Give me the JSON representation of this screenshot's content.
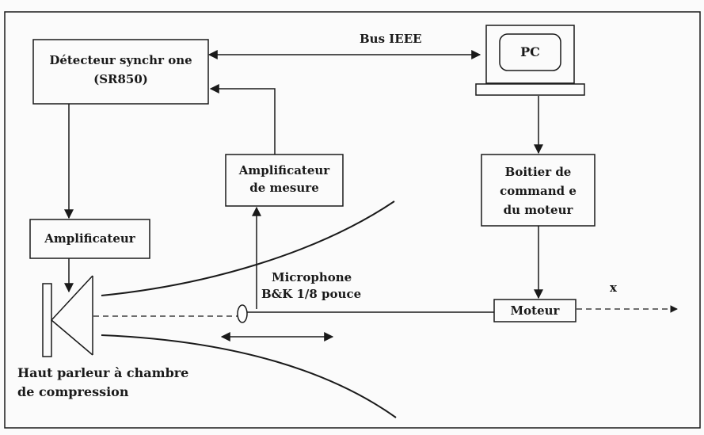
{
  "blocks": {
    "detecteur": {
      "line1": "Détecteur synchr one",
      "line2": "(SR850)"
    },
    "pc": "PC",
    "amplificateur": "Amplificateur",
    "ampli_mesure": {
      "line1": "Amplificateur",
      "line2": "de mesure"
    },
    "boitier": {
      "line1": "Boitier de",
      "line2": "command e",
      "line3": "du moteur"
    },
    "moteur": "Moteur"
  },
  "labels": {
    "bus": "Bus IEEE",
    "microphone_line1": "Microphone",
    "microphone_line2": "B&K 1/8 pouce",
    "axis_x": "x",
    "hp_line1": "Haut parleur à chambre",
    "hp_line2": "de compression"
  },
  "colors": {
    "ink": "#1a1a1a",
    "paper": "#fbfbfb"
  }
}
